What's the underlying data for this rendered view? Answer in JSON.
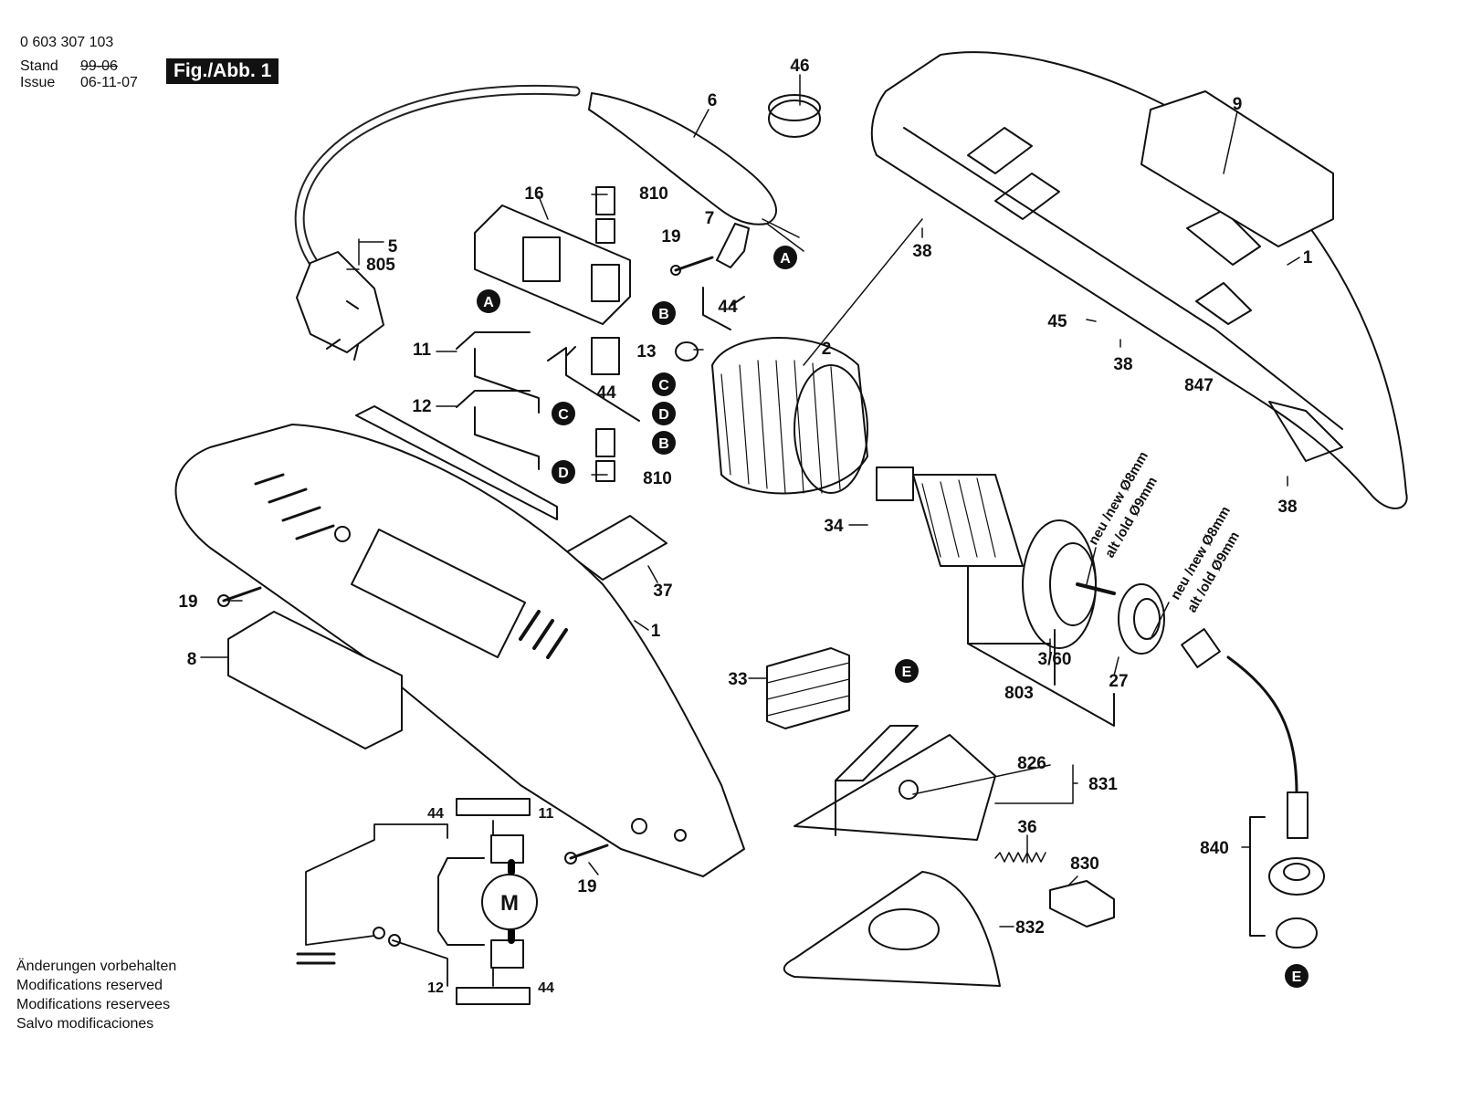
{
  "header": {
    "part_number": "0 603 307 103",
    "stand_label": "Stand",
    "stand_old": "99-06",
    "issue_label": "Issue",
    "issue_date": "06-11-07",
    "figure_label": "Fig./Abb. 1"
  },
  "notes": [
    "Änderungen vorbehalten",
    "Modifications reserved",
    "Modifications reservees",
    "Salvo modificaciones"
  ],
  "callouts": {
    "c46": "46",
    "c6": "6",
    "c9": "9",
    "c5": "5",
    "c805": "805",
    "c16": "16",
    "c810a": "810",
    "c19a": "19",
    "c7": "7",
    "c38a": "38",
    "c1a": "1",
    "c44a": "44",
    "c45": "45",
    "c2": "2",
    "c13": "13",
    "c11": "11",
    "c38b": "38",
    "c44b": "44",
    "c847": "847",
    "c12": "12",
    "c810b": "810",
    "c34": "34",
    "c38c": "38",
    "c37": "37",
    "c19b": "19",
    "c1b": "1",
    "c8": "8",
    "c3_60": "3/60",
    "c27": "27",
    "c803": "803",
    "c33": "33",
    "c826": "826",
    "c831": "831",
    "c36": "36",
    "c830": "830",
    "c840": "840",
    "c832": "832",
    "c19c": "19",
    "w44a": "44",
    "w11": "11",
    "w12": "12",
    "w44b": "44"
  },
  "connectors": {
    "a1": "A",
    "a2": "A",
    "b1": "B",
    "b2": "B",
    "c1": "C",
    "c2": "C",
    "d1": "D",
    "d2": "D",
    "e1": "E",
    "e2": "E"
  },
  "motor_label": "M",
  "size_notes": {
    "n1_new": "neu /new Ø8mm",
    "n1_old": "alt /old  Ø9mm",
    "n2_new": "neu /new Ø8mm",
    "n2_old": "alt /old  Ø9mm"
  }
}
